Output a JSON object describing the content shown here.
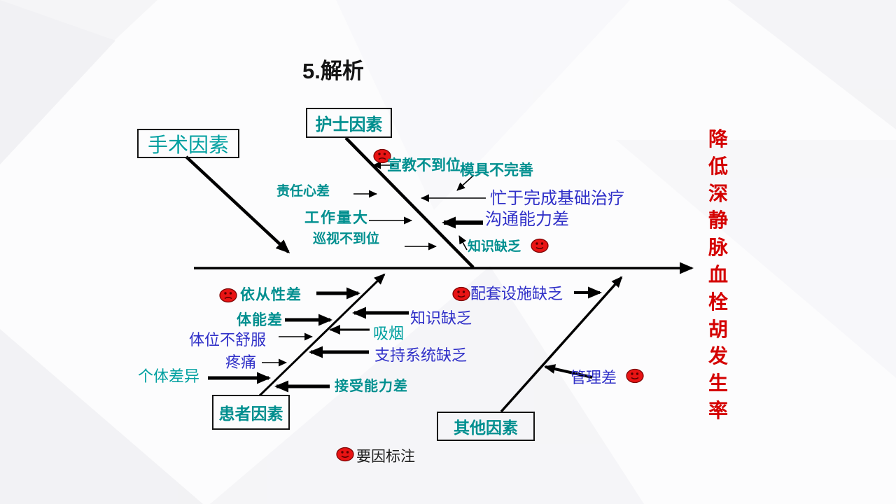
{
  "title": "5.解析",
  "goal": {
    "text": "降低深静脉血栓胡发生率",
    "color": "#d40000"
  },
  "legend": {
    "label": "要因标注",
    "marker": "red-face-ellipse"
  },
  "colors": {
    "teal_label": "#008f8f",
    "blue_label": "#3030c8",
    "goal_red": "#d40000",
    "key_marker_red": "#e81414",
    "line_black": "#000000"
  },
  "categories": [
    {
      "id": "surgery",
      "label": "手术因素"
    },
    {
      "id": "nurse",
      "label": "护士因素"
    },
    {
      "id": "patient",
      "label": "患者因素"
    },
    {
      "id": "other",
      "label": "其他因素"
    }
  ],
  "causes": [
    {
      "label": "宣教不到位",
      "branch": "nurse",
      "key_cause": true
    },
    {
      "label": "模具不完善",
      "branch": "nurse",
      "key_cause": false
    },
    {
      "label": "责任心差",
      "branch": "nurse",
      "key_cause": false
    },
    {
      "label": "忙于完成基础治疗",
      "branch": "nurse",
      "key_cause": false
    },
    {
      "label": "工作量大",
      "branch": "nurse",
      "key_cause": false
    },
    {
      "label": "沟通能力差",
      "branch": "nurse",
      "key_cause": false
    },
    {
      "label": "巡视不到位",
      "branch": "nurse",
      "key_cause": false
    },
    {
      "label": "知识缺乏",
      "branch": "nurse",
      "key_cause": true
    },
    {
      "label": "依从性差",
      "branch": "patient",
      "key_cause": true
    },
    {
      "label": "配套设施缺乏",
      "branch": "other",
      "key_cause": true
    },
    {
      "label": "体能差",
      "branch": "patient",
      "key_cause": false
    },
    {
      "label": "知识缺乏",
      "branch": "patient",
      "key_cause": false
    },
    {
      "label": "体位不舒服",
      "branch": "patient",
      "key_cause": false
    },
    {
      "label": "吸烟",
      "branch": "patient",
      "key_cause": false
    },
    {
      "label": "疼痛",
      "branch": "patient",
      "key_cause": false
    },
    {
      "label": "支持系统缺乏",
      "branch": "patient",
      "key_cause": false
    },
    {
      "label": "个体差异",
      "branch": "patient",
      "key_cause": false
    },
    {
      "label": "接受能力差",
      "branch": "patient",
      "key_cause": false
    },
    {
      "label": "管理差",
      "branch": "other",
      "key_cause": true
    }
  ]
}
